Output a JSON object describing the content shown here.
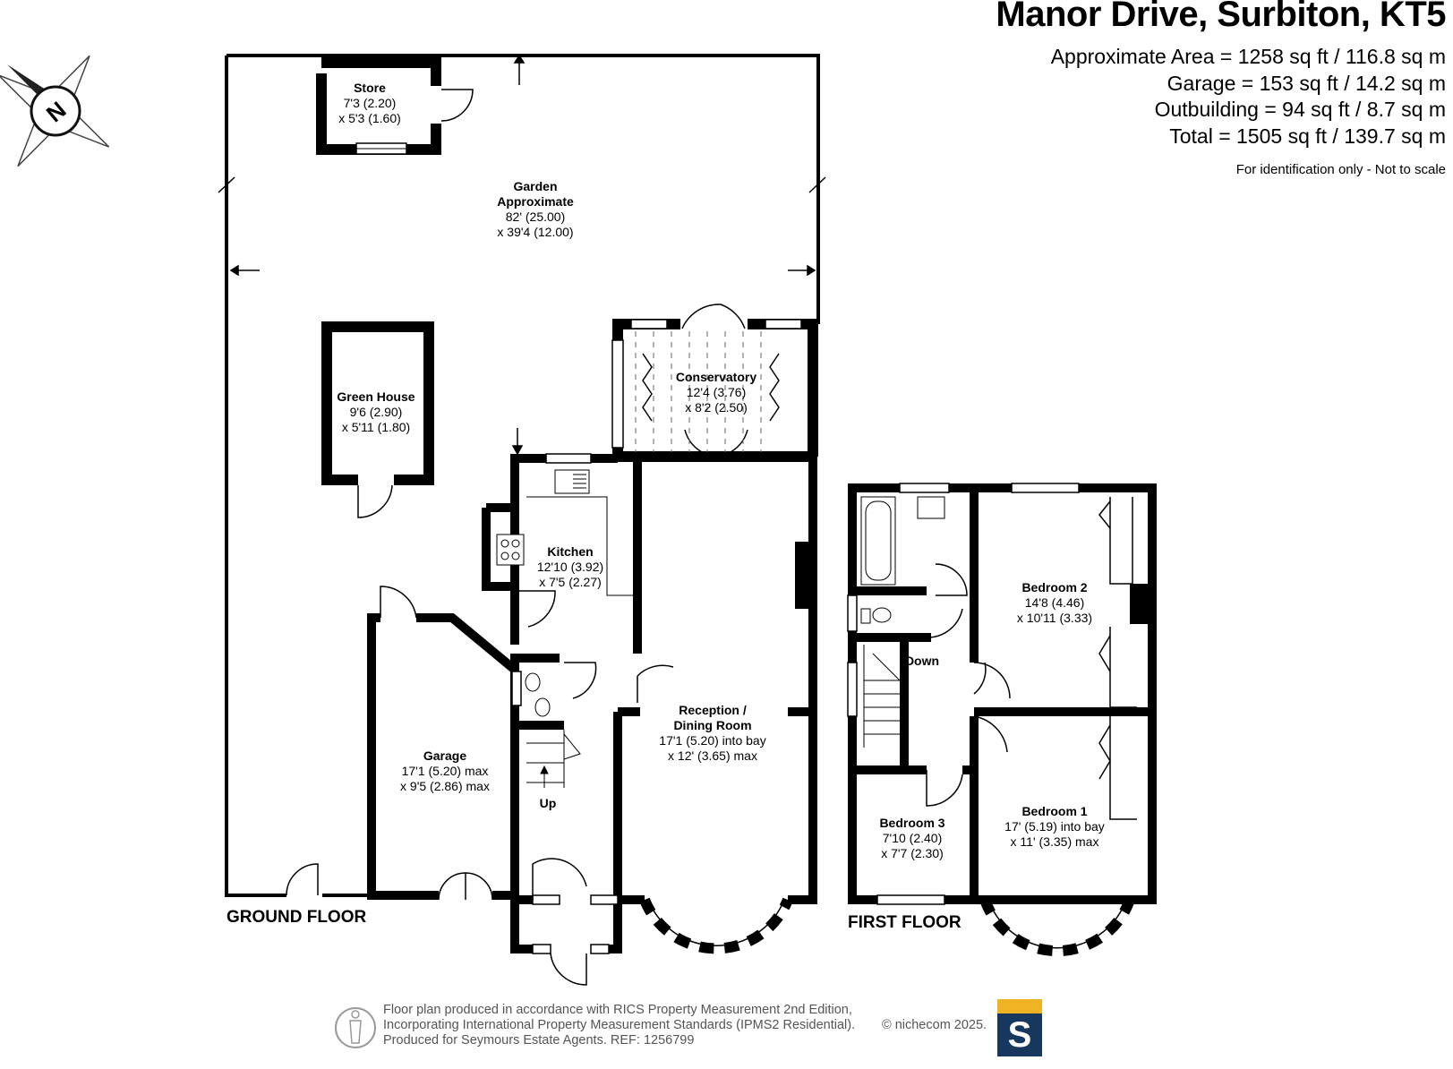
{
  "header": {
    "title": "Manor Drive, Surbiton, KT5",
    "areas": [
      "Approximate Area = 1258 sq ft / 116.8 sq m",
      "Garage = 153 sq ft / 14.2 sq m",
      "Outbuilding = 94 sq ft / 8.7 sq m",
      "Total = 1505 sq ft / 139.7 sq m"
    ],
    "note": "For identification only - Not to scale"
  },
  "compass": {
    "label": "N",
    "icon": "compass-icon"
  },
  "rooms": {
    "store": {
      "name": "Store",
      "dim1": "7'3 (2.20)",
      "dim2": "x 5'3 (1.60)"
    },
    "garden": {
      "name": "Garden",
      "name2": "Approximate",
      "dim1": "82' (25.00)",
      "dim2": "x 39'4 (12.00)"
    },
    "greenhouse": {
      "name": "Green House",
      "dim1": "9'6 (2.90)",
      "dim2": "x 5'11 (1.80)"
    },
    "conservatory": {
      "name": "Conservatory",
      "dim1": "12'4 (3.76)",
      "dim2": "x 8'2 (2.50)"
    },
    "kitchen": {
      "name": "Kitchen",
      "dim1": "12'10 (3.92)",
      "dim2": "x 7'5 (2.27)"
    },
    "reception": {
      "name": "Reception /",
      "name2": "Dining Room",
      "dim1": "17'1 (5.20) into bay",
      "dim2": "x 12' (3.65) max"
    },
    "garage": {
      "name": "Garage",
      "dim1": "17'1 (5.20) max",
      "dim2": "x 9'5 (2.86) max"
    },
    "bedroom1": {
      "name": "Bedroom 1",
      "dim1": "17' (5.19) into bay",
      "dim2": "x 11' (3.35) max"
    },
    "bedroom2": {
      "name": "Bedroom 2",
      "dim1": "14'8 (4.46)",
      "dim2": "x 10'11 (3.33)"
    },
    "bedroom3": {
      "name": "Bedroom 3",
      "dim1": "7'10 (2.40)",
      "dim2": "x 7'7 (2.30)"
    }
  },
  "stairs": {
    "up": "Up",
    "down": "Down"
  },
  "floors": {
    "ground": "GROUND FLOOR",
    "first": "FIRST FLOOR"
  },
  "footer": {
    "line1": "Floor plan produced in accordance with RICS Property Measurement 2nd Edition,",
    "line2": "Incorporating International Property Measurement Standards (IPMS2 Residential).",
    "line3": "Produced for Seymours Estate Agents.   REF: 1256799",
    "credit": "© nichecom 2025.",
    "logo_letter": "S",
    "logo_colors": {
      "top": "#f0b323",
      "bottom": "#17375e"
    }
  }
}
